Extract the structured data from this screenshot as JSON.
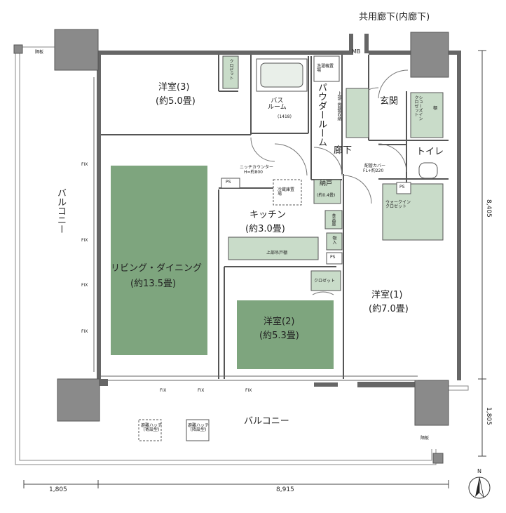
{
  "top_corridor": "共用廊下(内廊下)",
  "rooms": {
    "western3_name": "洋室(3)",
    "western3_size": "(約5.0畳)",
    "closet_top": "クロゼット",
    "bath_name": "バス\nルーム",
    "bath_size": "(1418)",
    "powder_room": "パウダールーム",
    "washer": "洗濯機置場",
    "upper_storage": "上部三面鏡収納",
    "entrance": "玄関",
    "shoes_in_closet": "シューズイン\nクロゼット",
    "shelf": "棚",
    "hallway": "廊下",
    "toilet": "トイレ",
    "niche_counter": "ニッチカウンター",
    "niche_height": "H=約800",
    "distribution_cover": "配管カバー",
    "distribution_height": "FL+約220",
    "storage_door": "納戸",
    "storage_door_size": "(約0.4畳)",
    "fridge": "冷蔵庫置場",
    "kitchen_name": "キッチン",
    "kitchen_size": "(約3.0畳)",
    "walkin_closet": "ウォークイン\nクロゼット",
    "pantry": "食品庫",
    "storage": "物入",
    "upper_cabinet": "上部吊戸棚",
    "ps": "PS",
    "ld_name": "リビング・ダイニング",
    "ld_size": "(約13.5畳)",
    "western2_name": "洋室(2)",
    "western2_size": "(約5.3畳)",
    "closet": "クロゼット",
    "western1_name": "洋室(1)",
    "western1_size": "(約7.0畳)",
    "balcony": "バルコニー",
    "balcony_left": "バルコニー",
    "evac_hatch_up": "避難ハッチ\n(寄設型)",
    "evac_hatch_down": "避難ハッチ\n(降設型)",
    "mb": "MB",
    "partition": "隔板",
    "fix": "FIX",
    "north": "N"
  },
  "dimensions": {
    "bottom_left": "1,805",
    "bottom_main": "8,915",
    "right_upper": "8,405",
    "right_lower": "1,805"
  },
  "colors": {
    "room_fill": "#7ea57e",
    "fixture_fill": "#c9dcc9",
    "wall": "#555555",
    "gray_pillar": "#8a8a8a"
  }
}
